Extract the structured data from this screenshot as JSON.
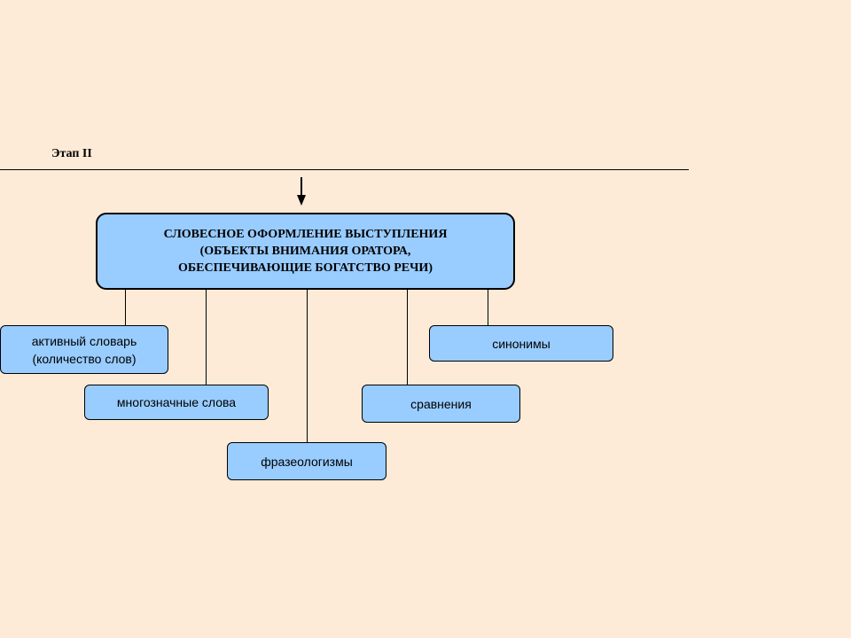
{
  "stage_label": "Этап II",
  "main_box": {
    "line1": "СЛОВЕСНОЕ ОФОРМЛЕНИЕ ВЫСТУПЛЕНИЯ",
    "line2": "(ОБЪЕКТЫ ВНИМАНИЯ ОРАТОРА,",
    "line3": "ОБЕСПЕЧИВАЮЩИЕ БОГАТСТВО РЕЧИ)"
  },
  "items": {
    "active_vocab": {
      "line1": "активный словарь",
      "line2": "(количество слов)"
    },
    "polysemous": "многозначные слова",
    "phraseologisms": "фразеологизмы",
    "comparisons": "сравнения",
    "synonyms": "синонимы"
  },
  "colors": {
    "background": "#fdebd7",
    "box_fill": "#99ccff",
    "line": "#000000"
  }
}
